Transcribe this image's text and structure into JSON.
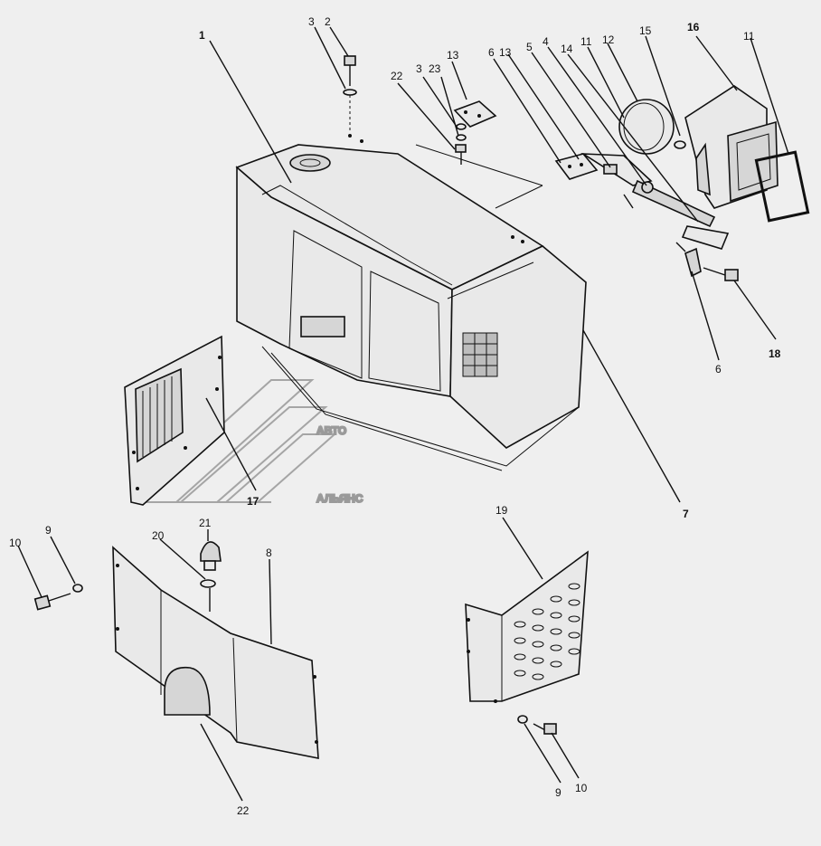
{
  "watermark": {
    "line1": "АВТО",
    "line2": "АЛЬЯНС"
  },
  "callouts": [
    {
      "id": "c1",
      "text": "1",
      "bold": true
    },
    {
      "id": "c2",
      "text": "2"
    },
    {
      "id": "c3a",
      "text": "3"
    },
    {
      "id": "c22a",
      "text": "22"
    },
    {
      "id": "c3b",
      "text": "3"
    },
    {
      "id": "c23",
      "text": "23"
    },
    {
      "id": "c13a",
      "text": "13"
    },
    {
      "id": "c6a",
      "text": "6"
    },
    {
      "id": "c13b",
      "text": "13"
    },
    {
      "id": "c5",
      "text": "5"
    },
    {
      "id": "c4",
      "text": "4"
    },
    {
      "id": "c14",
      "text": "14"
    },
    {
      "id": "c11a",
      "text": "11"
    },
    {
      "id": "c12",
      "text": "12"
    },
    {
      "id": "c15",
      "text": "15"
    },
    {
      "id": "c16",
      "text": "16",
      "bold": true
    },
    {
      "id": "c11b",
      "text": "11"
    },
    {
      "id": "c18",
      "text": "18",
      "bold": true
    },
    {
      "id": "c6b",
      "text": "6"
    },
    {
      "id": "c7",
      "text": "7",
      "bold": true
    },
    {
      "id": "c17",
      "text": "17",
      "bold": true
    },
    {
      "id": "c19",
      "text": "19"
    },
    {
      "id": "c10a",
      "text": "10"
    },
    {
      "id": "c9a",
      "text": "9"
    },
    {
      "id": "c21",
      "text": "21"
    },
    {
      "id": "c20",
      "text": "20"
    },
    {
      "id": "c8",
      "text": "8"
    },
    {
      "id": "c22b",
      "text": "22"
    },
    {
      "id": "c9b",
      "text": "9"
    },
    {
      "id": "c10b",
      "text": "10"
    }
  ]
}
